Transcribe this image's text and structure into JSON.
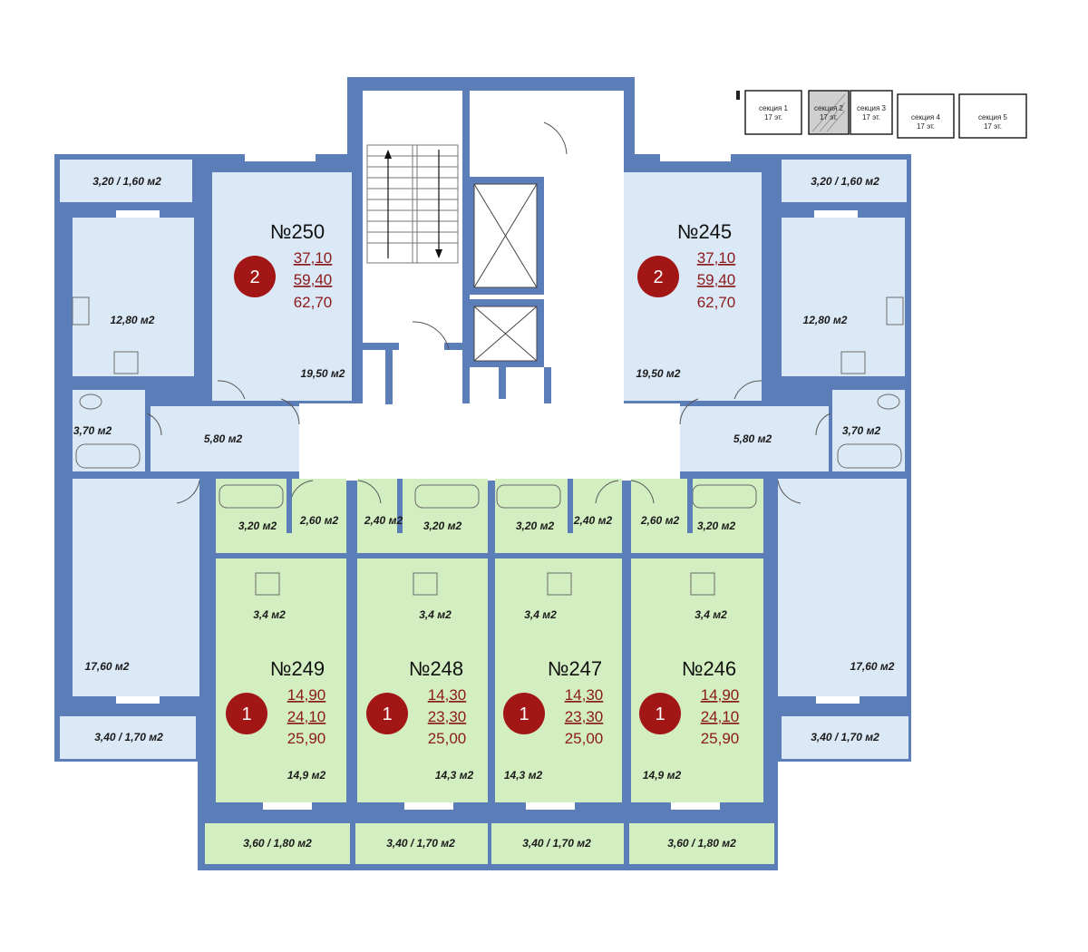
{
  "sections": [
    {
      "name": "секция 1",
      "floors": "17 эт."
    },
    {
      "name": "секция 2",
      "floors": "17 эт."
    },
    {
      "name": "секция 3",
      "floors": "17 эт."
    },
    {
      "name": "секция 4",
      "floors": "17 эт."
    },
    {
      "name": "секция 5",
      "floors": "17 эт."
    }
  ],
  "highlighted_section": "секция 2",
  "apartments": {
    "a250": {
      "number": "№250",
      "rooms": "2",
      "living": "37,10",
      "total": "59,40",
      "full": "62,70"
    },
    "a245": {
      "number": "№245",
      "rooms": "2",
      "living": "37,10",
      "total": "59,40",
      "full": "62,70"
    },
    "a249": {
      "number": "№249",
      "rooms": "1",
      "living": "14,90",
      "total": "24,10",
      "full": "25,90"
    },
    "a248": {
      "number": "№248",
      "rooms": "1",
      "living": "14,30",
      "total": "23,30",
      "full": "25,00"
    },
    "a247": {
      "number": "№247",
      "rooms": "1",
      "living": "14,30",
      "total": "23,30",
      "full": "25,00"
    },
    "a246": {
      "number": "№246",
      "rooms": "1",
      "living": "14,90",
      "total": "24,10",
      "full": "25,90"
    }
  },
  "areas": {
    "balc_tl": "3,20 / 1,60 м2",
    "balc_tr": "3,20 / 1,60 м2",
    "kitchen_l": "12,80 м2",
    "kitchen_r": "12,80 м2",
    "room_250": "19,50 м2",
    "room_245": "19,50 м2",
    "bath_l": "3,70 м2",
    "bath_r": "3,70 м2",
    "hall_l": "5,80 м2",
    "hall_r": "5,80 м2",
    "room_l_big": "17,60 м2",
    "room_r_big": "17,60 м2",
    "balc_ml": "3,40 / 1,70 м2",
    "balc_mr": "3,40 / 1,70 м2",
    "bath_249": "3,20 м2",
    "hall_249": "2,60 м2",
    "hall_248": "2,40 м2",
    "bath_248": "3,20 м2",
    "bath_247": "3,20 м2",
    "hall_247": "2,40 м2",
    "hall_246": "2,60 м2",
    "bath_246": "3,20 м2",
    "kitch_249": "3,4 м2",
    "kitch_248": "3,4 м2",
    "kitch_247": "3,4 м2",
    "kitch_246": "3,4 м2",
    "room_249": "14,9 м2",
    "room_248": "14,3 м2",
    "room_247": "14,3 м2",
    "room_246": "14,9 м2",
    "balc_249": "3,60 / 1,80 м2",
    "balc_248": "3,40 / 1,70 м2",
    "balc_247": "3,40 / 1,70 м2",
    "balc_246": "3,60 / 1,80 м2"
  },
  "colors": {
    "wall": "#5b7db8",
    "two_room": "#dbe8f6",
    "one_room": "#d3eec0",
    "badge": "#a31616",
    "price": "#8b1a1a"
  }
}
